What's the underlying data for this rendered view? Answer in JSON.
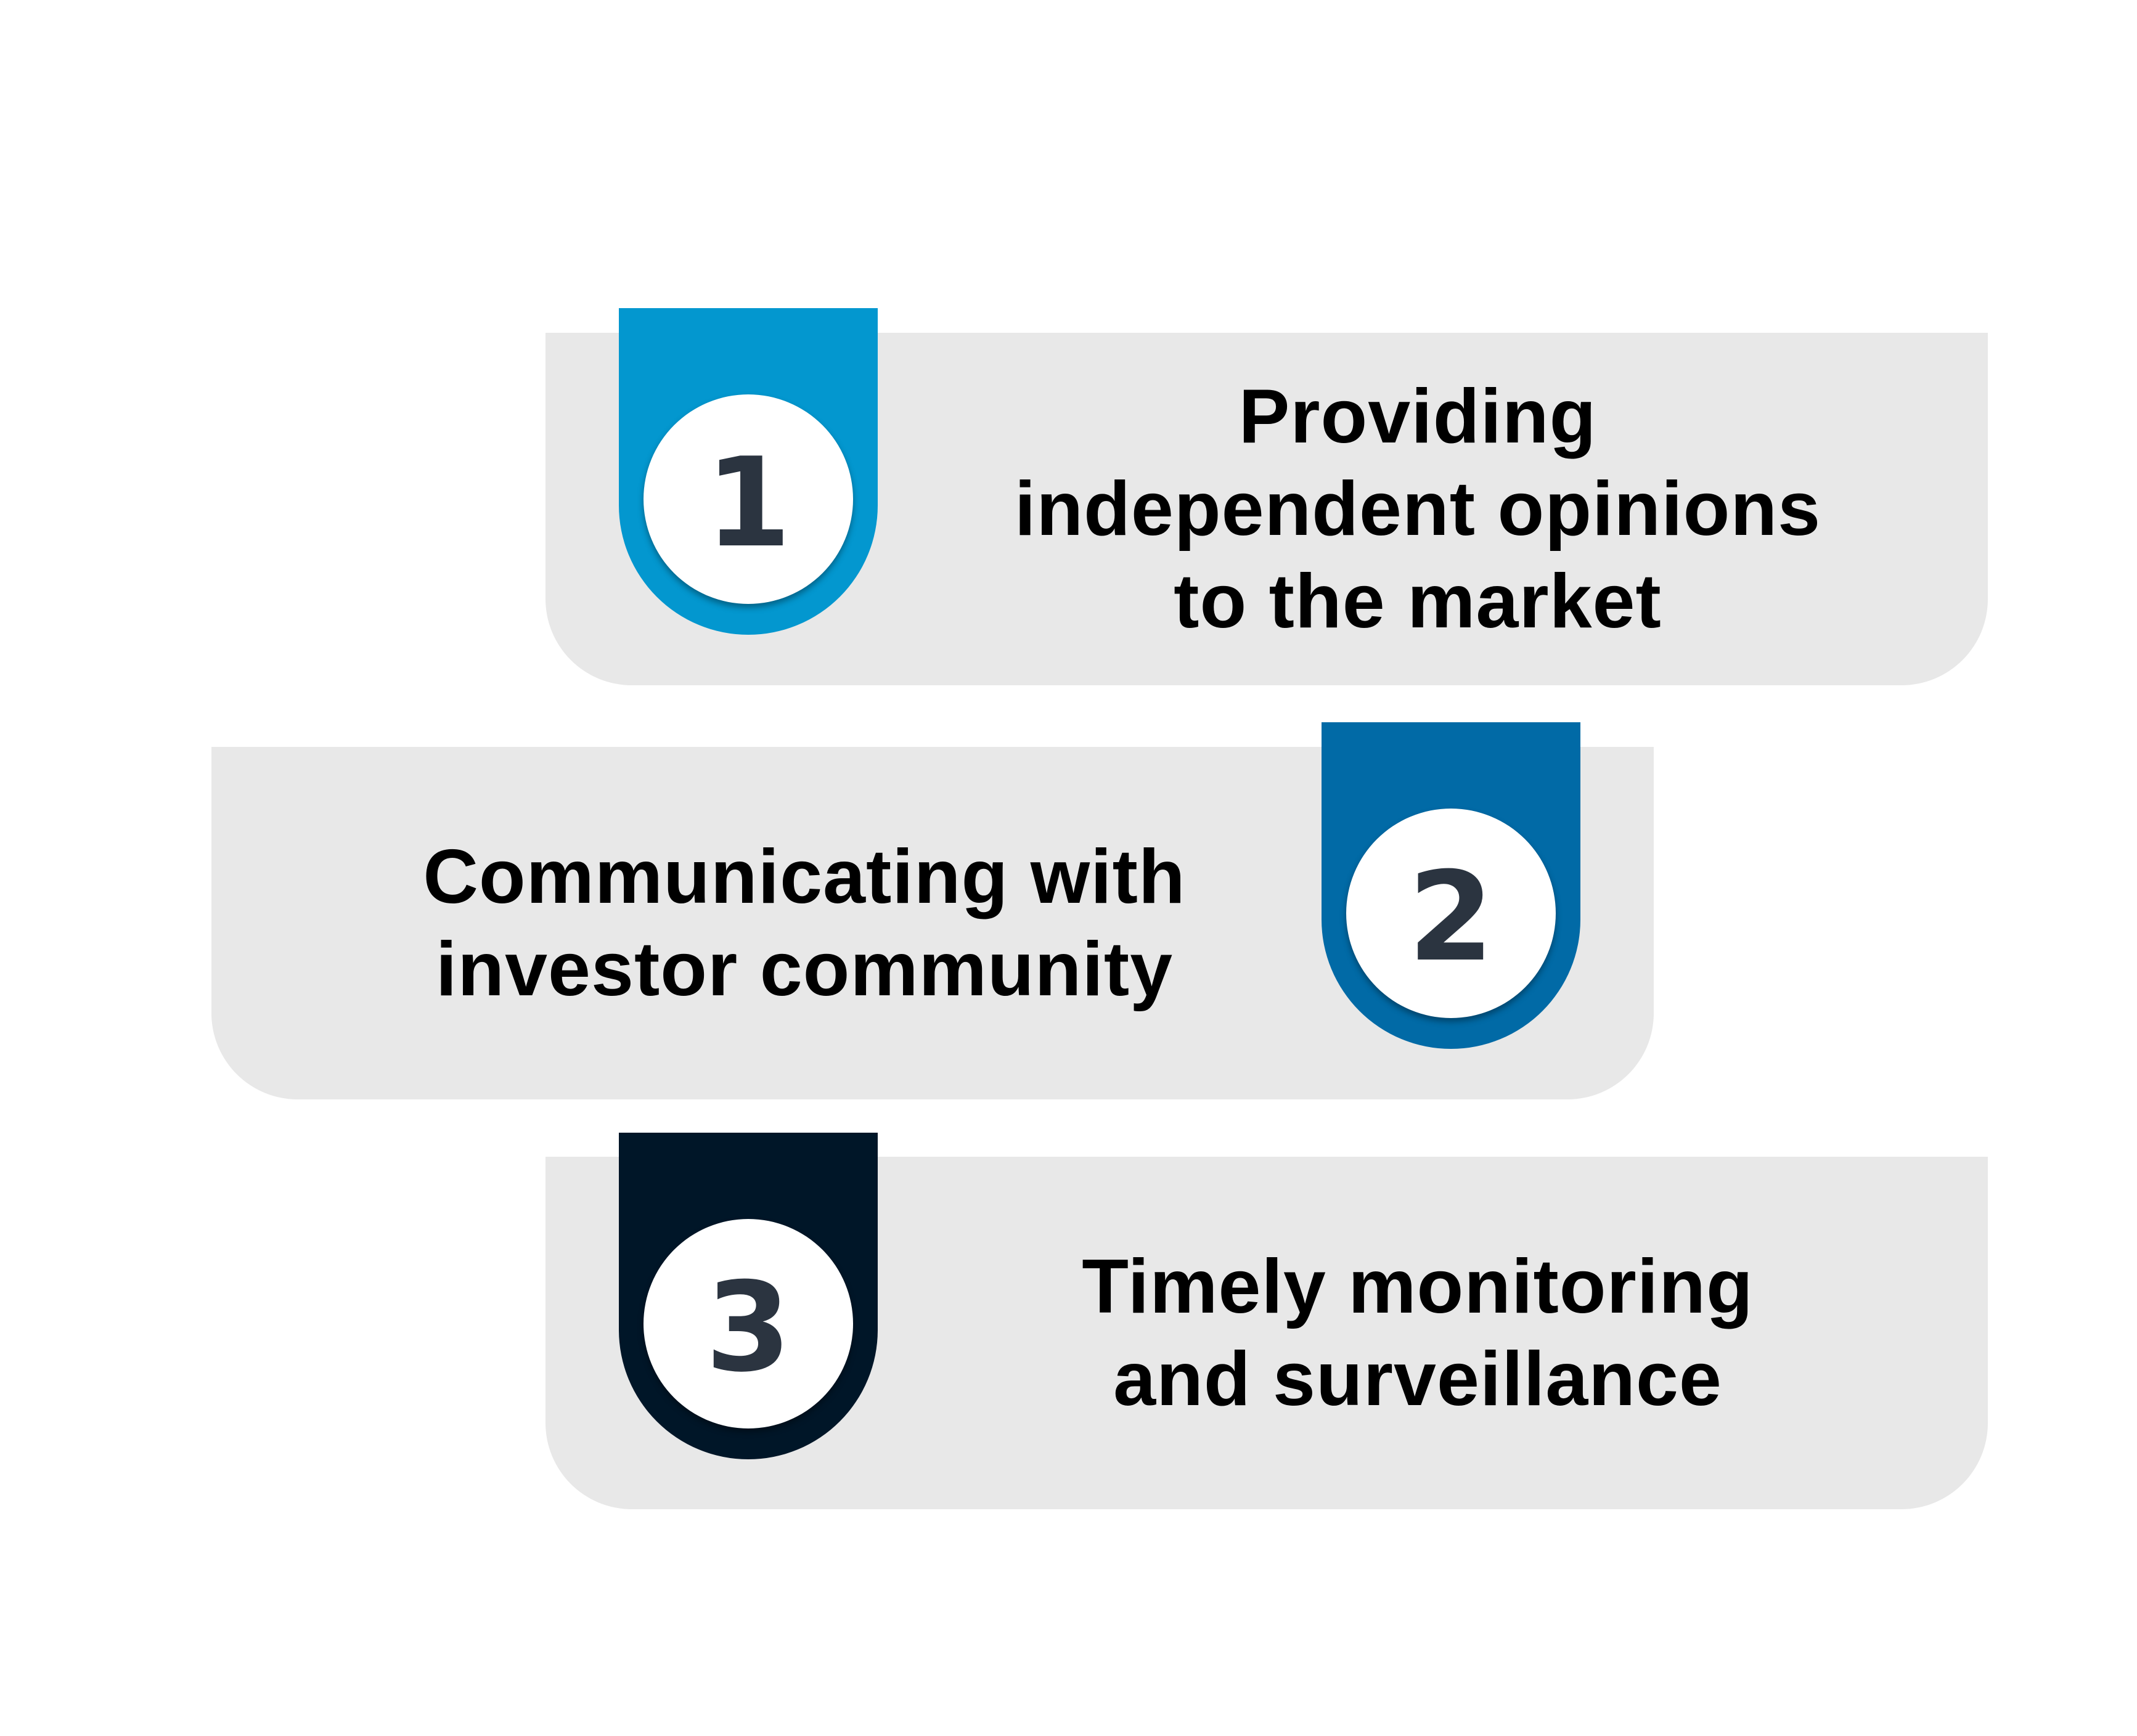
{
  "steps": [
    {
      "number": "1",
      "lines": [
        "Providing",
        "independent opinions",
        "to the market"
      ],
      "color": "#0397cf"
    },
    {
      "number": "2",
      "lines": [
        "Communicating with",
        "investor community"
      ],
      "color": "#016aa6"
    },
    {
      "number": "3",
      "lines": [
        "Timely monitoring",
        "and surveillance"
      ],
      "color": "#001628"
    }
  ]
}
